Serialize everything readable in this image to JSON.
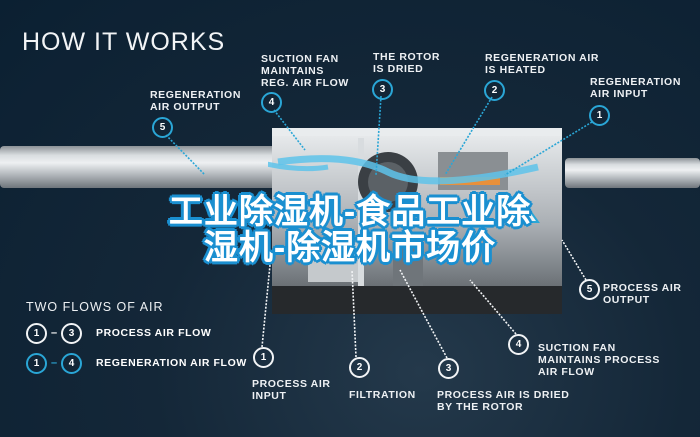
{
  "title": "HOW IT WORKS",
  "caption": {
    "line1": "工业除湿机-食品工业除",
    "line2": "湿机-除湿机市场价"
  },
  "colors": {
    "background": "#0b2032",
    "accent_blue": "#2aa6d6",
    "caption_outline": "#1a8fd0",
    "text": "#eef1f4"
  },
  "regeneration_callouts": [
    {
      "number": "5",
      "label": "REGENERATION\nAIR OUTPUT"
    },
    {
      "number": "4",
      "label": "SUCTION FAN\nMAINTAINS\nREG. AIR FLOW"
    },
    {
      "number": "3",
      "label": "THE ROTOR\nIS DRIED"
    },
    {
      "number": "2",
      "label": "REGENERATION AIR\nIS HEATED"
    },
    {
      "number": "1",
      "label": "REGENERATION\nAIR INPUT"
    }
  ],
  "process_callouts": [
    {
      "number": "1",
      "label": "PROCESS AIR\nINPUT"
    },
    {
      "number": "2",
      "label": "FILTRATION"
    },
    {
      "number": "3",
      "label": "PROCESS AIR IS DRIED\nBY THE ROTOR"
    },
    {
      "number": "4",
      "label": "SUCTION FAN\nMAINTAINS PROCESS\nAIR FLOW"
    },
    {
      "number": "5",
      "label": "PROCESS AIR\nOUTPUT"
    }
  ],
  "legend": {
    "title": "TWO FLOWS OF AIR",
    "rows": [
      {
        "from": "1",
        "to": "3",
        "label": "PROCESS AIR FLOW",
        "style": "white"
      },
      {
        "from": "1",
        "to": "4",
        "label": "REGENERATION AIR FLOW",
        "style": "blue"
      }
    ]
  }
}
